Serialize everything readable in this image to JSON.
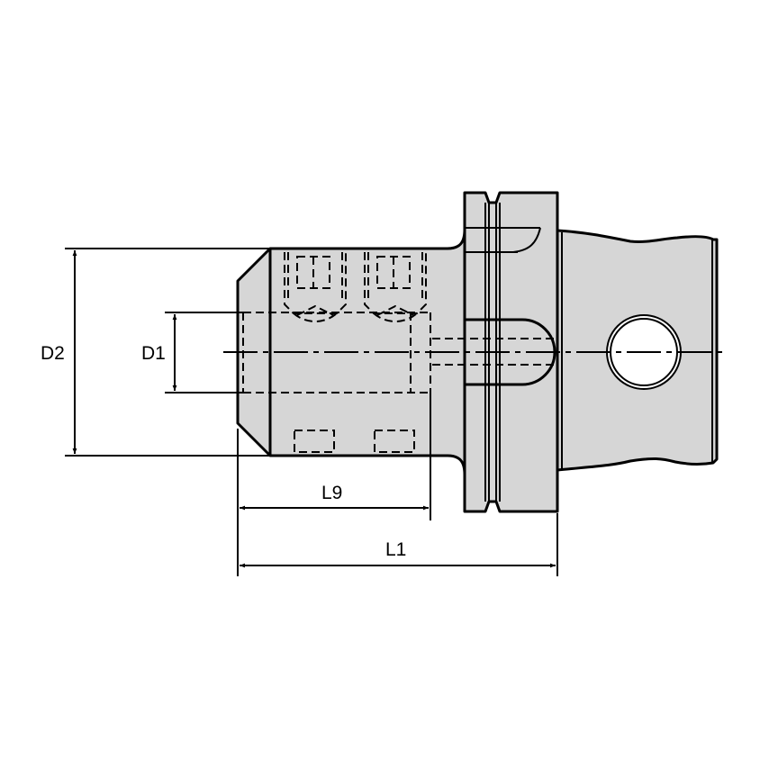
{
  "drawing": {
    "type": "technical-drawing",
    "subject": "Tool holder adapter side view",
    "colors": {
      "part_fill": "#d6d6d6",
      "line": "#000000",
      "background": "#ffffff",
      "bore_hole": "#ffffff"
    }
  },
  "dimensions": {
    "d2": {
      "label": "D2",
      "orientation": "vertical"
    },
    "d1": {
      "label": "D1",
      "orientation": "vertical"
    },
    "l9": {
      "label": "L9",
      "orientation": "horizontal"
    },
    "l1": {
      "label": "L1",
      "orientation": "horizontal"
    }
  }
}
